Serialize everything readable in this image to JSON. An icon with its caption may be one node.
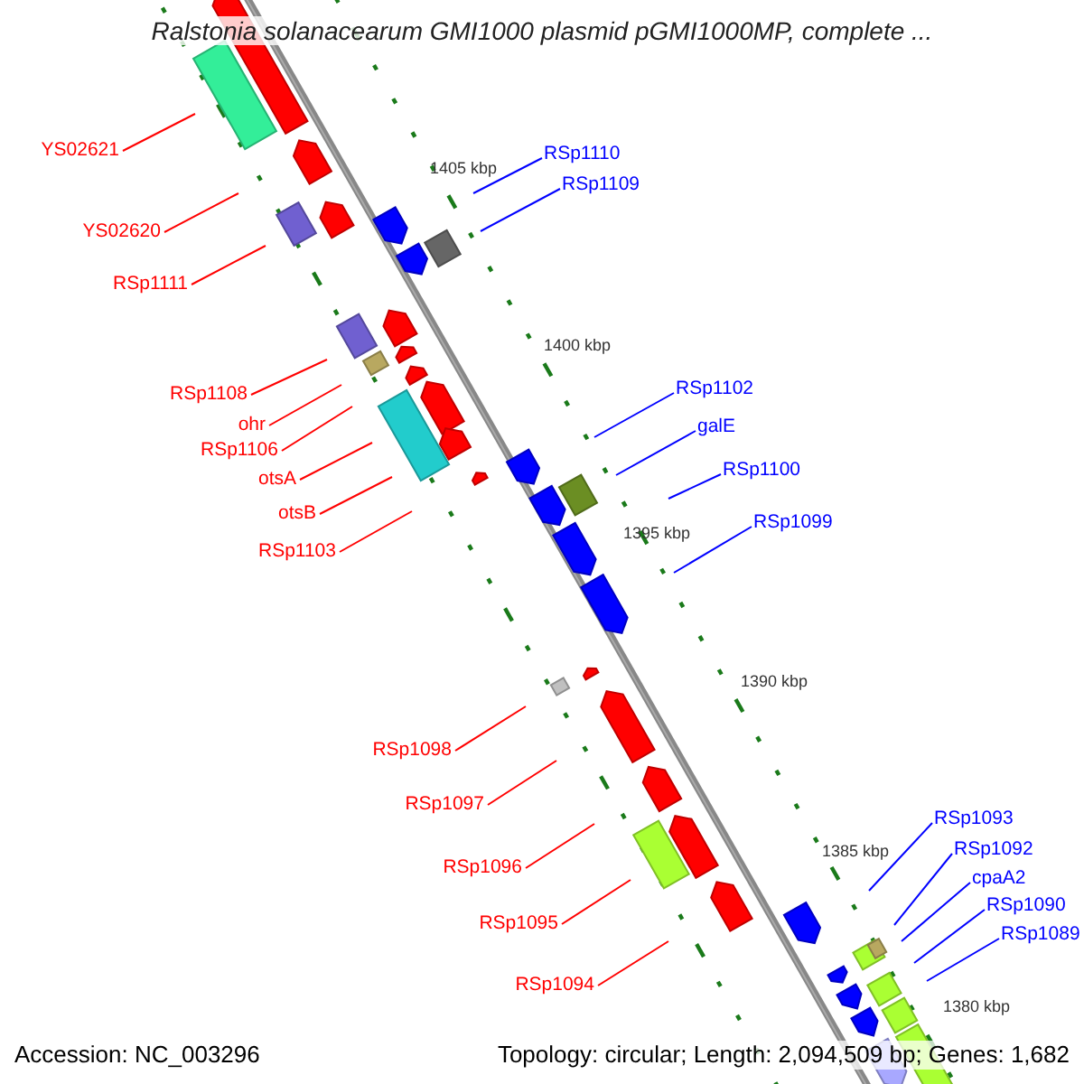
{
  "diagram": {
    "title": "Ralstonia solanacearum GMI1000 plasmid pGMI1000MP, complete ...",
    "nodes": [
      {
        "text": [
          "YS02621"
        ]
      },
      {
        "text": [
          "YS02620"
        ]
      },
      {
        "text": [
          "RSp1111"
        ]
      },
      {
        "text": [
          "RSp1110"
        ]
      },
      {
        "text": [
          "RSp1109"
        ]
      },
      {
        "text": [
          "RSp1108"
        ]
      },
      {
        "text": [
          "ohr"
        ]
      },
      {
        "text": [
          "RSp1106"
        ]
      },
      {
        "text": [
          "otsA"
        ]
      },
      {
        "text": [
          "otsB"
        ]
      },
      {
        "text": [
          "RSp1103"
        ]
      },
      {
        "text": [
          "RSp1102"
        ]
      },
      {
        "text": [
          "galE"
        ]
      },
      {
        "text": [
          "RSp1100"
        ]
      },
      {
        "text": [
          "RSp1099"
        ]
      },
      {
        "text": [
          "RSp1098"
        ]
      },
      {
        "text": [
          "RSp1097"
        ]
      },
      {
        "text": [
          "RSp1096"
        ]
      },
      {
        "text": [
          "RSp1095"
        ]
      },
      {
        "text": [
          "RSp1094"
        ]
      },
      {
        "text": [
          "RSp1093"
        ]
      },
      {
        "text": [
          "RSp1092"
        ]
      },
      {
        "text": [
          "cpaA2"
        ]
      },
      {
        "text": [
          "RSp1090"
        ]
      },
      {
        "text": [
          "RSp1089"
        ]
      }
    ],
    "edges": [
      {
        "from": 0,
        "to": null,
        "arrow": "none"
      },
      {
        "from": 1,
        "to": null,
        "arrow": "none"
      },
      {
        "from": 2,
        "to": null,
        "arrow": "none"
      },
      {
        "from": 3,
        "to": null,
        "arrow": "none",
        "color": "#0000ff"
      },
      {
        "from": 4,
        "to": null,
        "arrow": "none",
        "color": "#0000ff"
      },
      {
        "from": 5,
        "to": null,
        "arrow": "none"
      },
      {
        "from": 6,
        "to": null,
        "arrow": "none"
      },
      {
        "from": 7,
        "to": null,
        "arrow": "none"
      },
      {
        "from": 8,
        "to": null,
        "arrow": "none"
      },
      {
        "from": 9,
        "to": null,
        "arrow": "none"
      },
      {
        "from": 10,
        "to": null,
        "arrow": "none"
      },
      {
        "from": 11,
        "to": null,
        "arrow": "none",
        "color": "#0000ff"
      },
      {
        "from": 12,
        "to": null,
        "arrow": "none",
        "color": "#0000ff"
      },
      {
        "from": 13,
        "to": null,
        "arrow": "none",
        "color": "#0000ff"
      },
      {
        "from": 14,
        "to": null,
        "arrow": "none",
        "color": "#0000ff"
      },
      {
        "from": 15,
        "to": null,
        "arrow": "none"
      },
      {
        "from": 16,
        "to": null,
        "arrow": "none"
      },
      {
        "from": 17,
        "to": null,
        "arrow": "none"
      },
      {
        "from": 18,
        "to": null,
        "arrow": "none"
      },
      {
        "from": 19,
        "to": null,
        "arrow": "none"
      },
      {
        "from": 20,
        "to": null,
        "arrow": "none",
        "color": "#0000ff"
      },
      {
        "from": 21,
        "to": null,
        "arrow": "none",
        "color": "#0000ff"
      },
      {
        "from": 22,
        "to": null,
        "arrow": "none",
        "color": "#0000ff"
      },
      {
        "from": 23,
        "to": null,
        "arrow": "none",
        "color": "#0000ff"
      },
      {
        "from": 24,
        "to": null,
        "arrow": "none",
        "color": "#0000ff"
      }
    ],
    "labels": [
      "1405 kbp",
      "1400 kbp",
      "1395 kbp",
      "1390 kbp",
      "1385 kbp",
      "1380 kbp",
      "Accession: NC_003296",
      "Topology: circular; Length: 2,094,509 bp; Genes: 1,682"
    ]
  }
}
